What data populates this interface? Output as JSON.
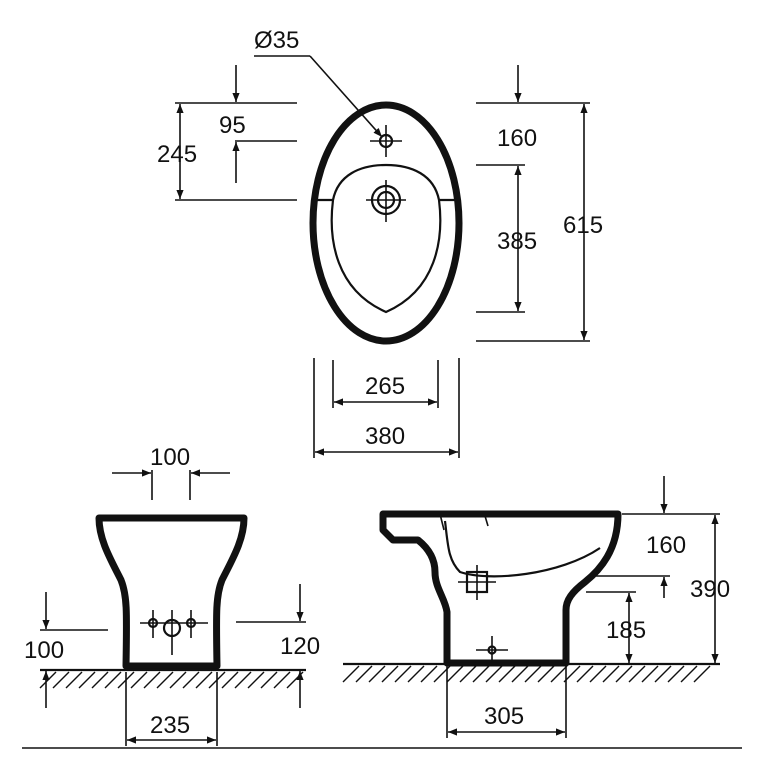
{
  "top_view": {
    "hole_diameter": "Ø35",
    "dim_95": "95",
    "dim_245": "245",
    "dim_160": "160",
    "dim_385": "385",
    "dim_615": "615",
    "dim_265": "265",
    "dim_380": "380"
  },
  "front_view": {
    "dim_100_top": "100",
    "dim_100_left": "100",
    "dim_120": "120",
    "dim_235": "235"
  },
  "side_view": {
    "dim_160": "160",
    "dim_390": "390",
    "dim_185": "185",
    "dim_305": "305"
  }
}
